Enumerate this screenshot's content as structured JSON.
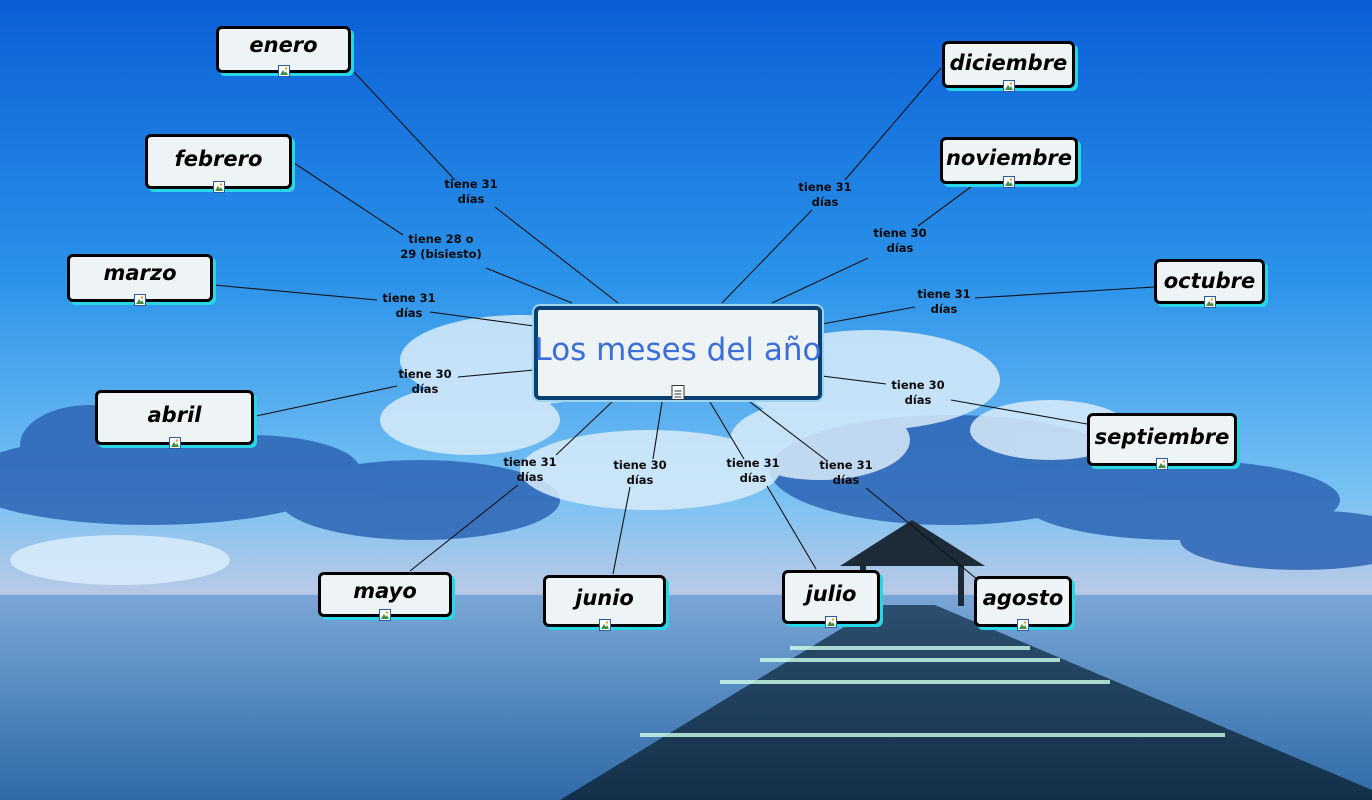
{
  "center": {
    "title": "Los meses del año",
    "icon": "document-icon"
  },
  "months": [
    {
      "name": "enero",
      "days": "tiene 31\ndías",
      "icon": "image-icon"
    },
    {
      "name": "febrero",
      "days": "tiene 28 o\n29 (bisiesto)",
      "icon": "image-icon"
    },
    {
      "name": "marzo",
      "days": "tiene 31\ndías",
      "icon": "image-icon"
    },
    {
      "name": "abril",
      "days": "tiene 30\ndías",
      "icon": "image-icon"
    },
    {
      "name": "mayo",
      "days": "tiene 31\ndías",
      "icon": "image-icon"
    },
    {
      "name": "junio",
      "days": "tiene 30\ndías",
      "icon": "image-icon"
    },
    {
      "name": "julio",
      "days": "tiene 31\ndías",
      "icon": "image-icon"
    },
    {
      "name": "agosto",
      "days": "tiene 31\ndías",
      "icon": "image-icon"
    },
    {
      "name": "septiembre",
      "days": "tiene 30\ndías",
      "icon": "image-icon"
    },
    {
      "name": "octubre",
      "days": "tiene 31\ndías",
      "icon": "image-icon"
    },
    {
      "name": "noviembre",
      "days": "tiene 30\ndías",
      "icon": "image-icon"
    },
    {
      "name": "diciembre",
      "days": "tiene 31\ndías",
      "icon": "image-icon"
    }
  ],
  "colors": {
    "sky_top": "#0a5fd6",
    "sky_mid": "#3fa8f0",
    "sea": "#4a86c4",
    "node_border": "#000000",
    "node_shadow": "#27d7e6",
    "center_border": "#0b3f70",
    "center_text": "#3b6ed9"
  }
}
